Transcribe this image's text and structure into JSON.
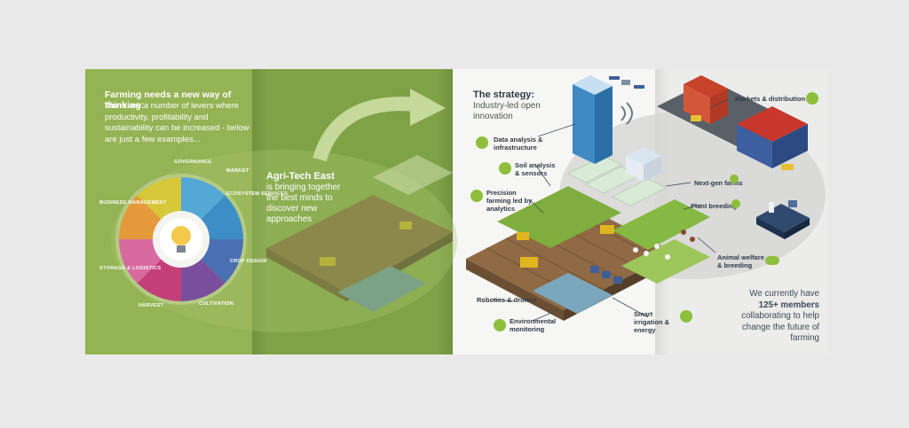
{
  "left_panel": {
    "title": "Farming needs a new way of thinking:",
    "body": "There are a number of levers where productivity, profitability and sustainability can be increased - below are just a few examples..."
  },
  "wheel": {
    "segments": [
      {
        "label": "GOVERNANCE",
        "color": "#d7c83a"
      },
      {
        "label": "MARKET",
        "color": "#53a8d6"
      },
      {
        "label": "ECOSYSTEM SERVICES",
        "color": "#3d8ec6"
      },
      {
        "label": "CROP DESIGN",
        "color": "#4a6fb2"
      },
      {
        "label": "CULTIVATION",
        "color": "#7b4f9c"
      },
      {
        "label": "HARVEST",
        "color": "#c43f7a"
      },
      {
        "label": "STORAGE & LOGISTICS",
        "color": "#d86aa0"
      },
      {
        "label": "BUSINESS MANAGEMENT",
        "color": "#e49a3a"
      }
    ]
  },
  "middle_panel": {
    "title": "Agri-Tech East",
    "body": "is bringing together the best minds to discover new approaches"
  },
  "strategy_panel": {
    "title": "The strategy:",
    "body": "Industry-led open innovation"
  },
  "labels": {
    "data_analysis": "Data analysis & infrastructure",
    "soil_analysis": "Soil analysis & sensors",
    "precision_farming": "Precision farming led by analytics",
    "robotics": "Robotics & drones",
    "environmental": "Environmental monitoring",
    "smart_irrigation": "Smart irrigation & energy",
    "markets": "Markets & distribution",
    "next_gen": "Next-gen farms",
    "plant_breeding": "Plant breeding",
    "animal_welfare": "Animal welfare & breeding"
  },
  "members": {
    "line1": "We currently have",
    "count": "125+ members",
    "line3": "collaborating to help change the future of farming"
  },
  "colors": {
    "panel1": "#94b354",
    "panel2": "#7fa246",
    "accent_green": "#8dbf3c",
    "dark_text": "#2f3a46"
  }
}
